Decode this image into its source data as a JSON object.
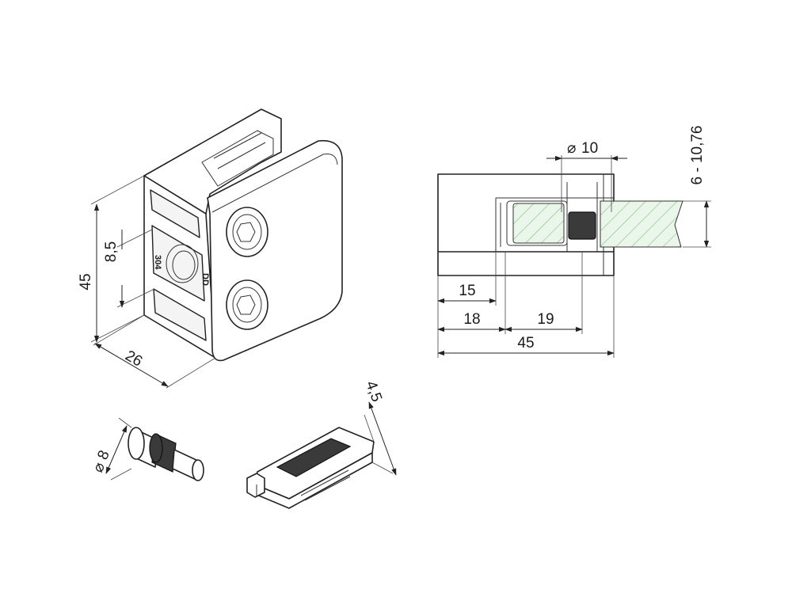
{
  "colors": {
    "line": "#222222",
    "background": "#ffffff",
    "gasket": "#3a3a3a",
    "glass_hatch": "#7fbf7f"
  },
  "dimensions": {
    "iso_clamp": {
      "height": "45",
      "depth": "26",
      "hole_offset": "8,5"
    },
    "section_view": {
      "pin_diameter": "10",
      "glass_thickness": "6 - 10,76",
      "dim_15": "15",
      "dim_18": "18",
      "dim_19": "19",
      "overall_width": "45"
    },
    "pin_part": {
      "diameter": "8"
    },
    "pad_part": {
      "thickness": "4,5"
    }
  },
  "markings": {
    "material": "304",
    "side_mark": "DD"
  },
  "symbols": {
    "diameter": "⌀"
  }
}
